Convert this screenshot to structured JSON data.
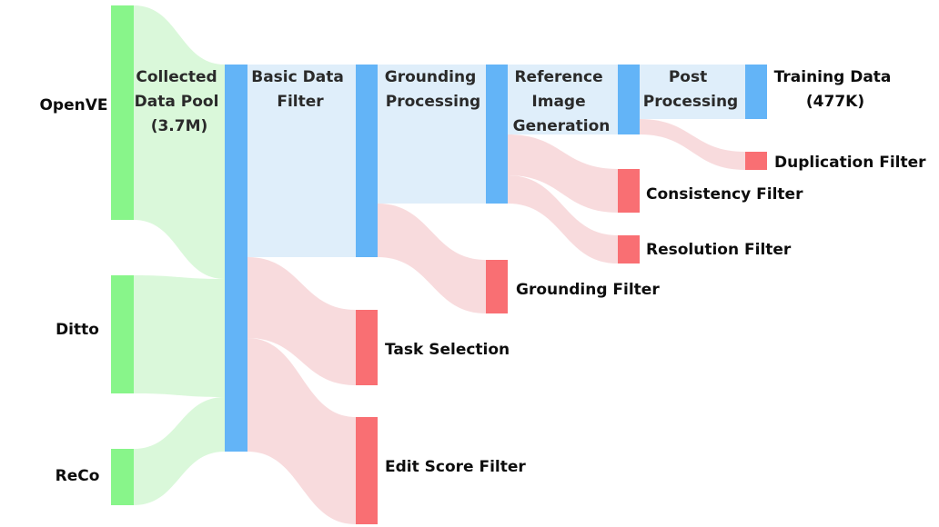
{
  "colors": {
    "source": "#88f58a",
    "process": "#63b4f7",
    "filtered": "#f96f73",
    "flow_source": "#d6f7d6",
    "flow_process": "#dcecfa",
    "flow_filtered": "#f7d7d9"
  },
  "sources": [
    {
      "key": "openve",
      "label": "OpenVE"
    },
    {
      "key": "ditto",
      "label": "Ditto"
    },
    {
      "key": "reco",
      "label": "ReCo"
    }
  ],
  "stages": [
    {
      "key": "pool",
      "label_lines": [
        "Collected",
        "Data Pool",
        "(3.7M)"
      ]
    },
    {
      "key": "basic",
      "label_lines": [
        "Basic Data",
        "Filter"
      ]
    },
    {
      "key": "grounding",
      "label_lines": [
        "Grounding",
        "Processing"
      ]
    },
    {
      "key": "reference",
      "label_lines": [
        "Reference",
        "Image",
        "Generation"
      ]
    },
    {
      "key": "post",
      "label_lines": [
        "Post",
        "Processing"
      ]
    },
    {
      "key": "training",
      "label_lines": [
        "Training Data",
        "(477K)"
      ]
    }
  ],
  "filters": [
    {
      "key": "task_selection",
      "label": "Task Selection"
    },
    {
      "key": "edit_score",
      "label": "Edit Score Filter"
    },
    {
      "key": "grounding_filter",
      "label": "Grounding Filter"
    },
    {
      "key": "consistency",
      "label": "Consistency Filter"
    },
    {
      "key": "resolution",
      "label": "Resolution Filter"
    },
    {
      "key": "duplication",
      "label": "Duplication Filter"
    }
  ]
}
